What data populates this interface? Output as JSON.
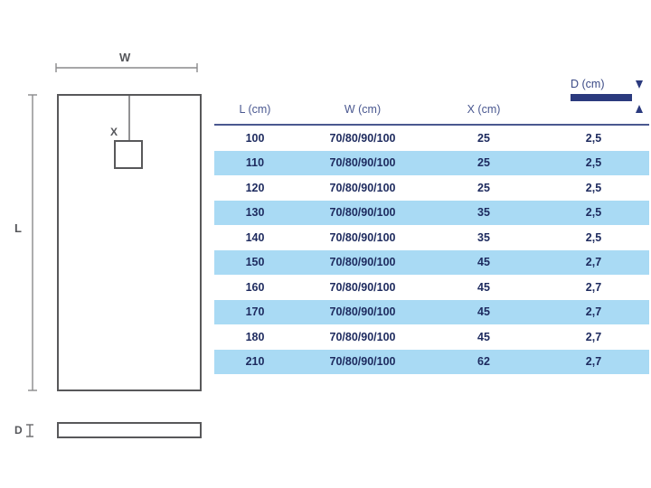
{
  "diagram": {
    "width_label": "W",
    "length_label": "L",
    "drain_label": "X",
    "depth_label": "D",
    "depth_marker_icon": "i-beam-dimension-icon",
    "tray_shape_icon": "shower-tray-outline-icon",
    "drain_shape_icon": "drain-square-icon",
    "profile_icon": "tray-side-profile-icon"
  },
  "table": {
    "depth_header": {
      "label": "D (cm)",
      "bar_color": "#2b3a7e",
      "arrow_down_icon": "arrow-down-icon",
      "arrow_up_icon": "arrow-up-icon"
    },
    "columns": [
      "L (cm)",
      "W (cm)",
      "X (cm)",
      ""
    ],
    "rows": [
      {
        "l": "100",
        "w": "70/80/90/100",
        "x": "25",
        "d": "2,5"
      },
      {
        "l": "110",
        "w": "70/80/90/100",
        "x": "25",
        "d": "2,5"
      },
      {
        "l": "120",
        "w": "70/80/90/100",
        "x": "25",
        "d": "2,5"
      },
      {
        "l": "130",
        "w": "70/80/90/100",
        "x": "35",
        "d": "2,5"
      },
      {
        "l": "140",
        "w": "70/80/90/100",
        "x": "35",
        "d": "2,5"
      },
      {
        "l": "150",
        "w": "70/80/90/100",
        "x": "45",
        "d": "2,7"
      },
      {
        "l": "160",
        "w": "70/80/90/100",
        "x": "45",
        "d": "2,7"
      },
      {
        "l": "170",
        "w": "70/80/90/100",
        "x": "45",
        "d": "2,7"
      },
      {
        "l": "180",
        "w": "70/80/90/100",
        "x": "45",
        "d": "2,7"
      },
      {
        "l": "210",
        "w": "70/80/90/100",
        "x": "62",
        "d": "2,7"
      }
    ],
    "stripe_color": "#a9daf4",
    "text_color": "#1d2a5e",
    "header_color": "#4a5890"
  }
}
